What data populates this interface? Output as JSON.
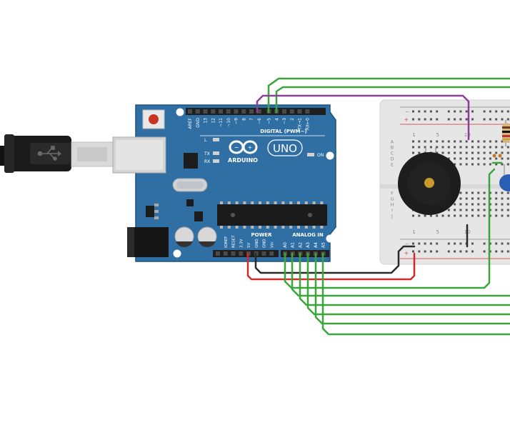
{
  "board": {
    "logo_text": "ARDUINO",
    "model": "UNO",
    "digital_header": "DIGITAL (PWM~)",
    "power_header": "POWER",
    "analog_header": "ANALOG IN",
    "led_labels": [
      "L",
      "TX",
      "RX"
    ],
    "on_label": "ON",
    "digital_pins": [
      "AREF",
      "GND",
      "13",
      "12",
      "~11",
      "~10",
      "~9",
      "8",
      "7",
      "~6",
      "~5",
      "4",
      "~3",
      "2",
      "TX→1",
      "RX←0"
    ],
    "power_pins": [
      "IOREF",
      "RESET",
      "3.3V",
      "5V",
      "GND",
      "GND",
      "Vin"
    ],
    "analog_pins": [
      "A0",
      "A1",
      "A2",
      "A3",
      "A4",
      "A5"
    ],
    "colors": {
      "board": "#2f6fa4",
      "board_edge": "#1d527e",
      "header": "#1f1f1f"
    }
  },
  "breadboard": {
    "column_numbers": [
      "1",
      "5",
      "10"
    ],
    "row_letters_top": [
      "A",
      "B",
      "C",
      "D",
      "E"
    ],
    "row_letters_bottom": [
      "F",
      "G",
      "H",
      "I",
      "J"
    ],
    "rail_signs": {
      "minus": "−",
      "plus": "+"
    }
  },
  "components": {
    "buzzer": "piezo-buzzer",
    "resistor": "resistor",
    "capacitor": "ceramic-capacitor",
    "usb": "usb-cable"
  },
  "wire_colors": {
    "green": "#3aa63a",
    "purple": "#8b3f96",
    "red": "#d12a2a",
    "black": "#2a2a2a"
  }
}
